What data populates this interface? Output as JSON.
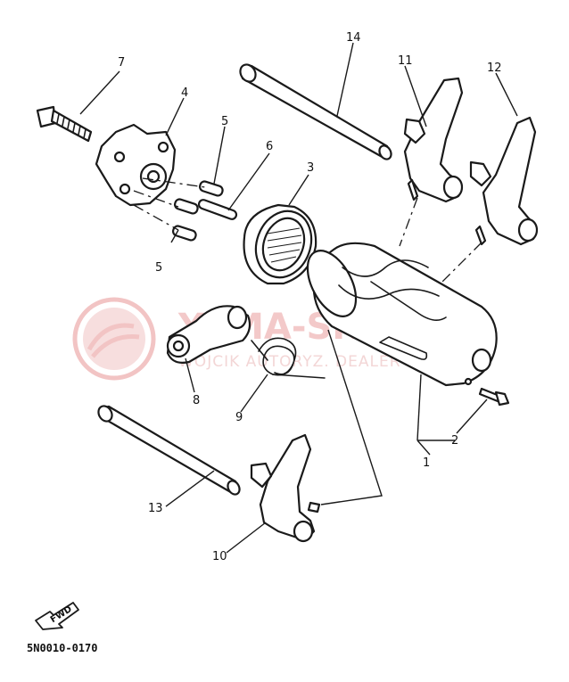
{
  "diagram": {
    "callouts": [
      "1",
      "2",
      "3",
      "4",
      "5",
      "5",
      "6",
      "7",
      "8",
      "9",
      "10",
      "11",
      "12",
      "13",
      "14"
    ],
    "part_code": "5N0010-0170",
    "fwd_label": "FWD"
  },
  "watermark": {
    "text": "YAMA-SKLEP.PL",
    "subtext": "WOJCIK AUTORYZ. DEALER YAMAHA"
  }
}
